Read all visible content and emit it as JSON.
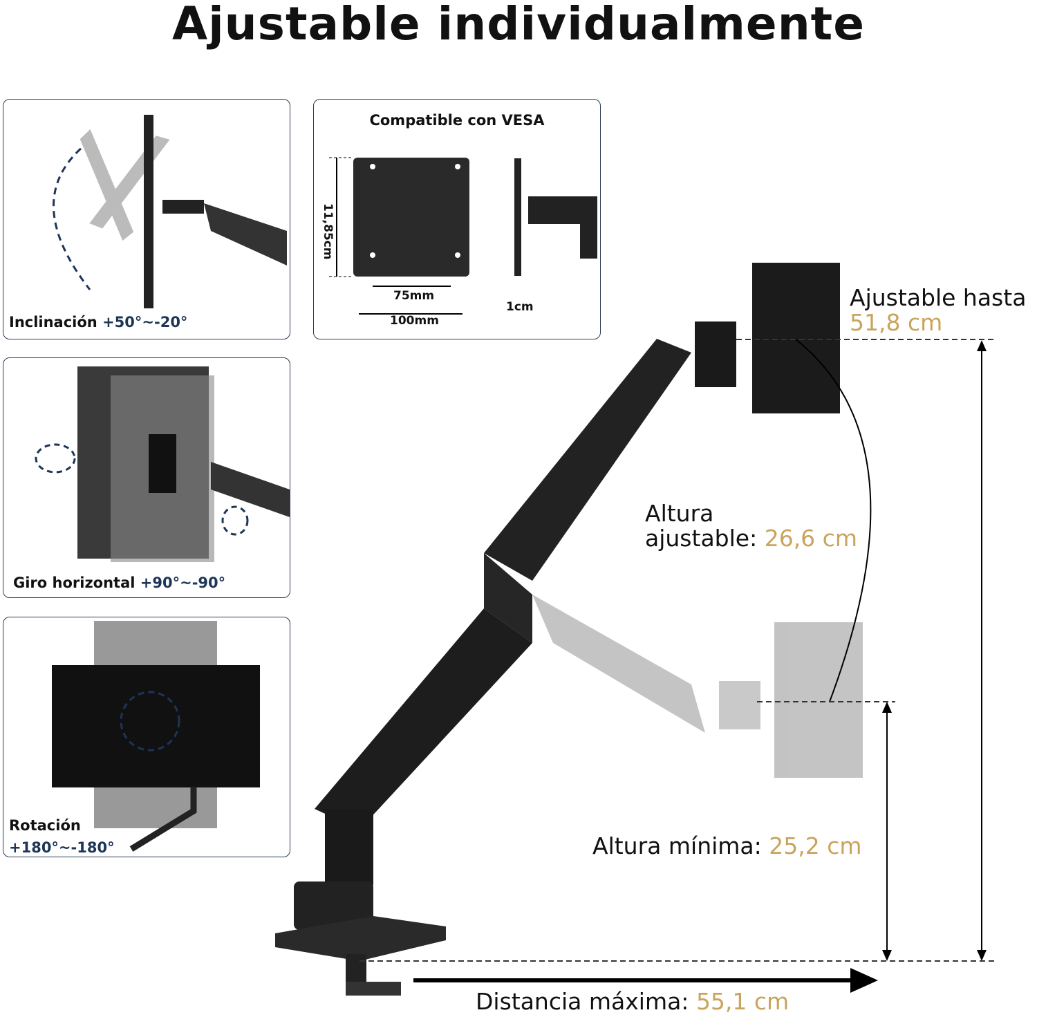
{
  "title": "Ajustable individualmente",
  "panels": {
    "tilt": {
      "label": "Inclinación",
      "range": "+50°~-20°"
    },
    "vesa": {
      "title": "Compatible con VESA",
      "height": "11,85cm",
      "inner": "75mm",
      "outer": "100mm",
      "thickness": "1cm"
    },
    "swivel": {
      "label": "Giro horizontal",
      "range": "+90°~-90°"
    },
    "rotation": {
      "label": "Rotación",
      "range": "+180°~-180°"
    }
  },
  "specs": {
    "max_height_label": "Ajustable hasta",
    "max_height_value": "51,8 cm",
    "adjust_label_1": "Altura",
    "adjust_label_2": "ajustable:",
    "adjust_value": "26,6 cm",
    "min_label": "Altura mínima:",
    "min_value": "25,2 cm",
    "distance_label": "Distancia máxima:",
    "distance_value": "55,1 cm"
  },
  "colors": {
    "accent_blue": "#1d3557",
    "accent_gold": "#c9a45c"
  }
}
